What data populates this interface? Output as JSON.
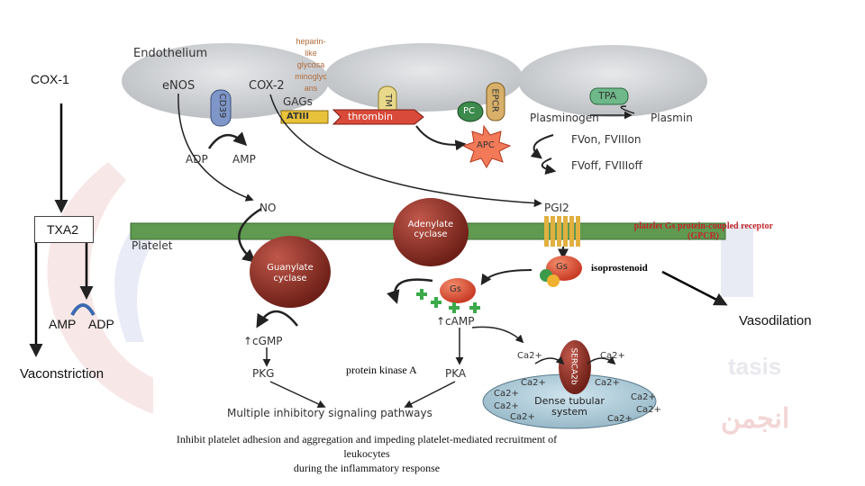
{
  "left_panel": {
    "cox1": "COX-1",
    "txa2": "TXA2",
    "amp": "AMP",
    "adp": "ADP",
    "vasoconstriction": "Vaconstriction"
  },
  "figure": {
    "endothelium": "Endothelium",
    "enos": "eNOS",
    "cox2": "COX-2",
    "heparin": [
      "heparin-",
      "like",
      "glycosa",
      "minoglyc",
      "ans"
    ],
    "cd39": "CD39",
    "tm": "TM",
    "epcr": "EPCR",
    "tpa": "TPA",
    "gags": "GAGs",
    "atiii": "ATIII",
    "thrombin": "thrombin",
    "pc": "PC",
    "apc": "APC",
    "plasminogen": "Plasminogen",
    "plasmin": "Plasmin",
    "fv_on": "FVon, FVIIIon",
    "fv_off": "FVoff, FVIIIoff",
    "adp": "ADP",
    "amp": "AMP",
    "no": "NO",
    "pgi2": "PGI2",
    "adenylate": [
      "Adenylate",
      "cyclase"
    ],
    "platelet": "Platelet",
    "guanylate": [
      "Guanylate",
      "cyclase"
    ],
    "gs1": "Gs",
    "gs2": "Gs",
    "camp": "↑cAMP",
    "cgmp": "↑cGMP",
    "pkg": "PKG",
    "pka": "PKA",
    "serca": "SERCA2b",
    "ca": "Ca2+",
    "dense": [
      "Dense tubular",
      "system"
    ],
    "multiple": "Multiple inhibitory signaling pathways"
  },
  "annotations": {
    "gpcr": [
      "platelet Gs protein-coupled receptor",
      "(GPCR)"
    ],
    "isoprostenoid": "isoprostenoid",
    "vasodilation": "Vasodilation",
    "pka_label": "protein kinase A",
    "bottom": [
      "Inhibit platelet adhesion and aggregation and impeding platelet-mediated recruitment of",
      "leukocytes",
      "during the inflammatory response"
    ]
  },
  "watermark": {
    "text1": "tasis",
    "text2": "انجمن"
  },
  "colors": {
    "cell": "#c9ccd0",
    "membrane": "#5f9a50",
    "enzyme": "#8f2f25",
    "accent_red": "#c0262c",
    "gs": "#d94b30"
  }
}
